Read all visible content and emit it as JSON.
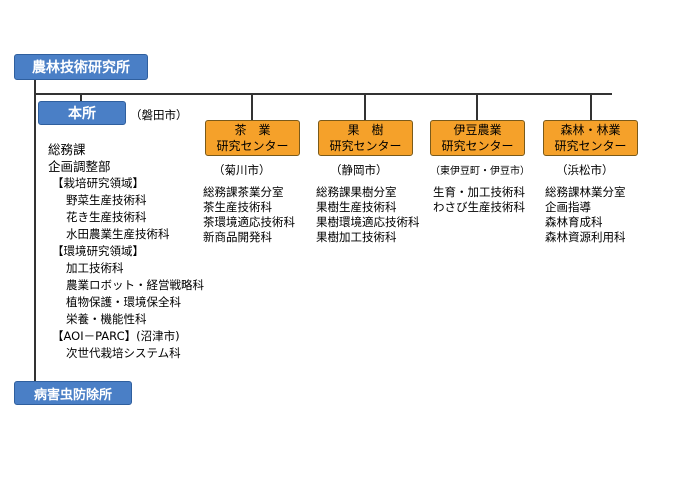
{
  "root": {
    "label": "農林技術研究所"
  },
  "honjo": {
    "label": "本所",
    "location": "（磐田市）",
    "items": [
      "総務課",
      "企画調整部",
      "【栽培研究領域】",
      "野菜生産技術科",
      "花き生産技術科",
      "水田農業生産技術科",
      "【環境研究領域】",
      "加工技術科",
      "農業ロボット・経営戦略科",
      "植物保護・環境保全科",
      "栄養・機能性科",
      "【AOI－PARC】(沼津市)",
      "次世代栽培システム科"
    ]
  },
  "centers": [
    {
      "line1": "茶　業",
      "line2": "研究センター",
      "location": "（菊川市）",
      "items": [
        "総務課茶業分室",
        "茶生産技術科",
        "茶環境適応技術科",
        "新商品開発科"
      ]
    },
    {
      "line1": "果　樹",
      "line2": "研究センター",
      "location": "（静岡市）",
      "items": [
        "総務課果樹分室",
        "果樹生産技術科",
        "果樹環境適応技術科",
        "果樹加工技術科"
      ]
    },
    {
      "line1": "伊豆農業",
      "line2": "研究センター",
      "location": "（東伊豆町・伊豆市）",
      "items": [
        "生育・加工技術科",
        "わさび生産技術科"
      ]
    },
    {
      "line1": "森林・林業",
      "line2": "研究センター",
      "location": "（浜松市）",
      "items": [
        "総務課林業分室",
        "企画指導",
        "森林育成科",
        "森林資源利用科"
      ]
    }
  ],
  "byogai": {
    "label": "病害虫防除所"
  }
}
